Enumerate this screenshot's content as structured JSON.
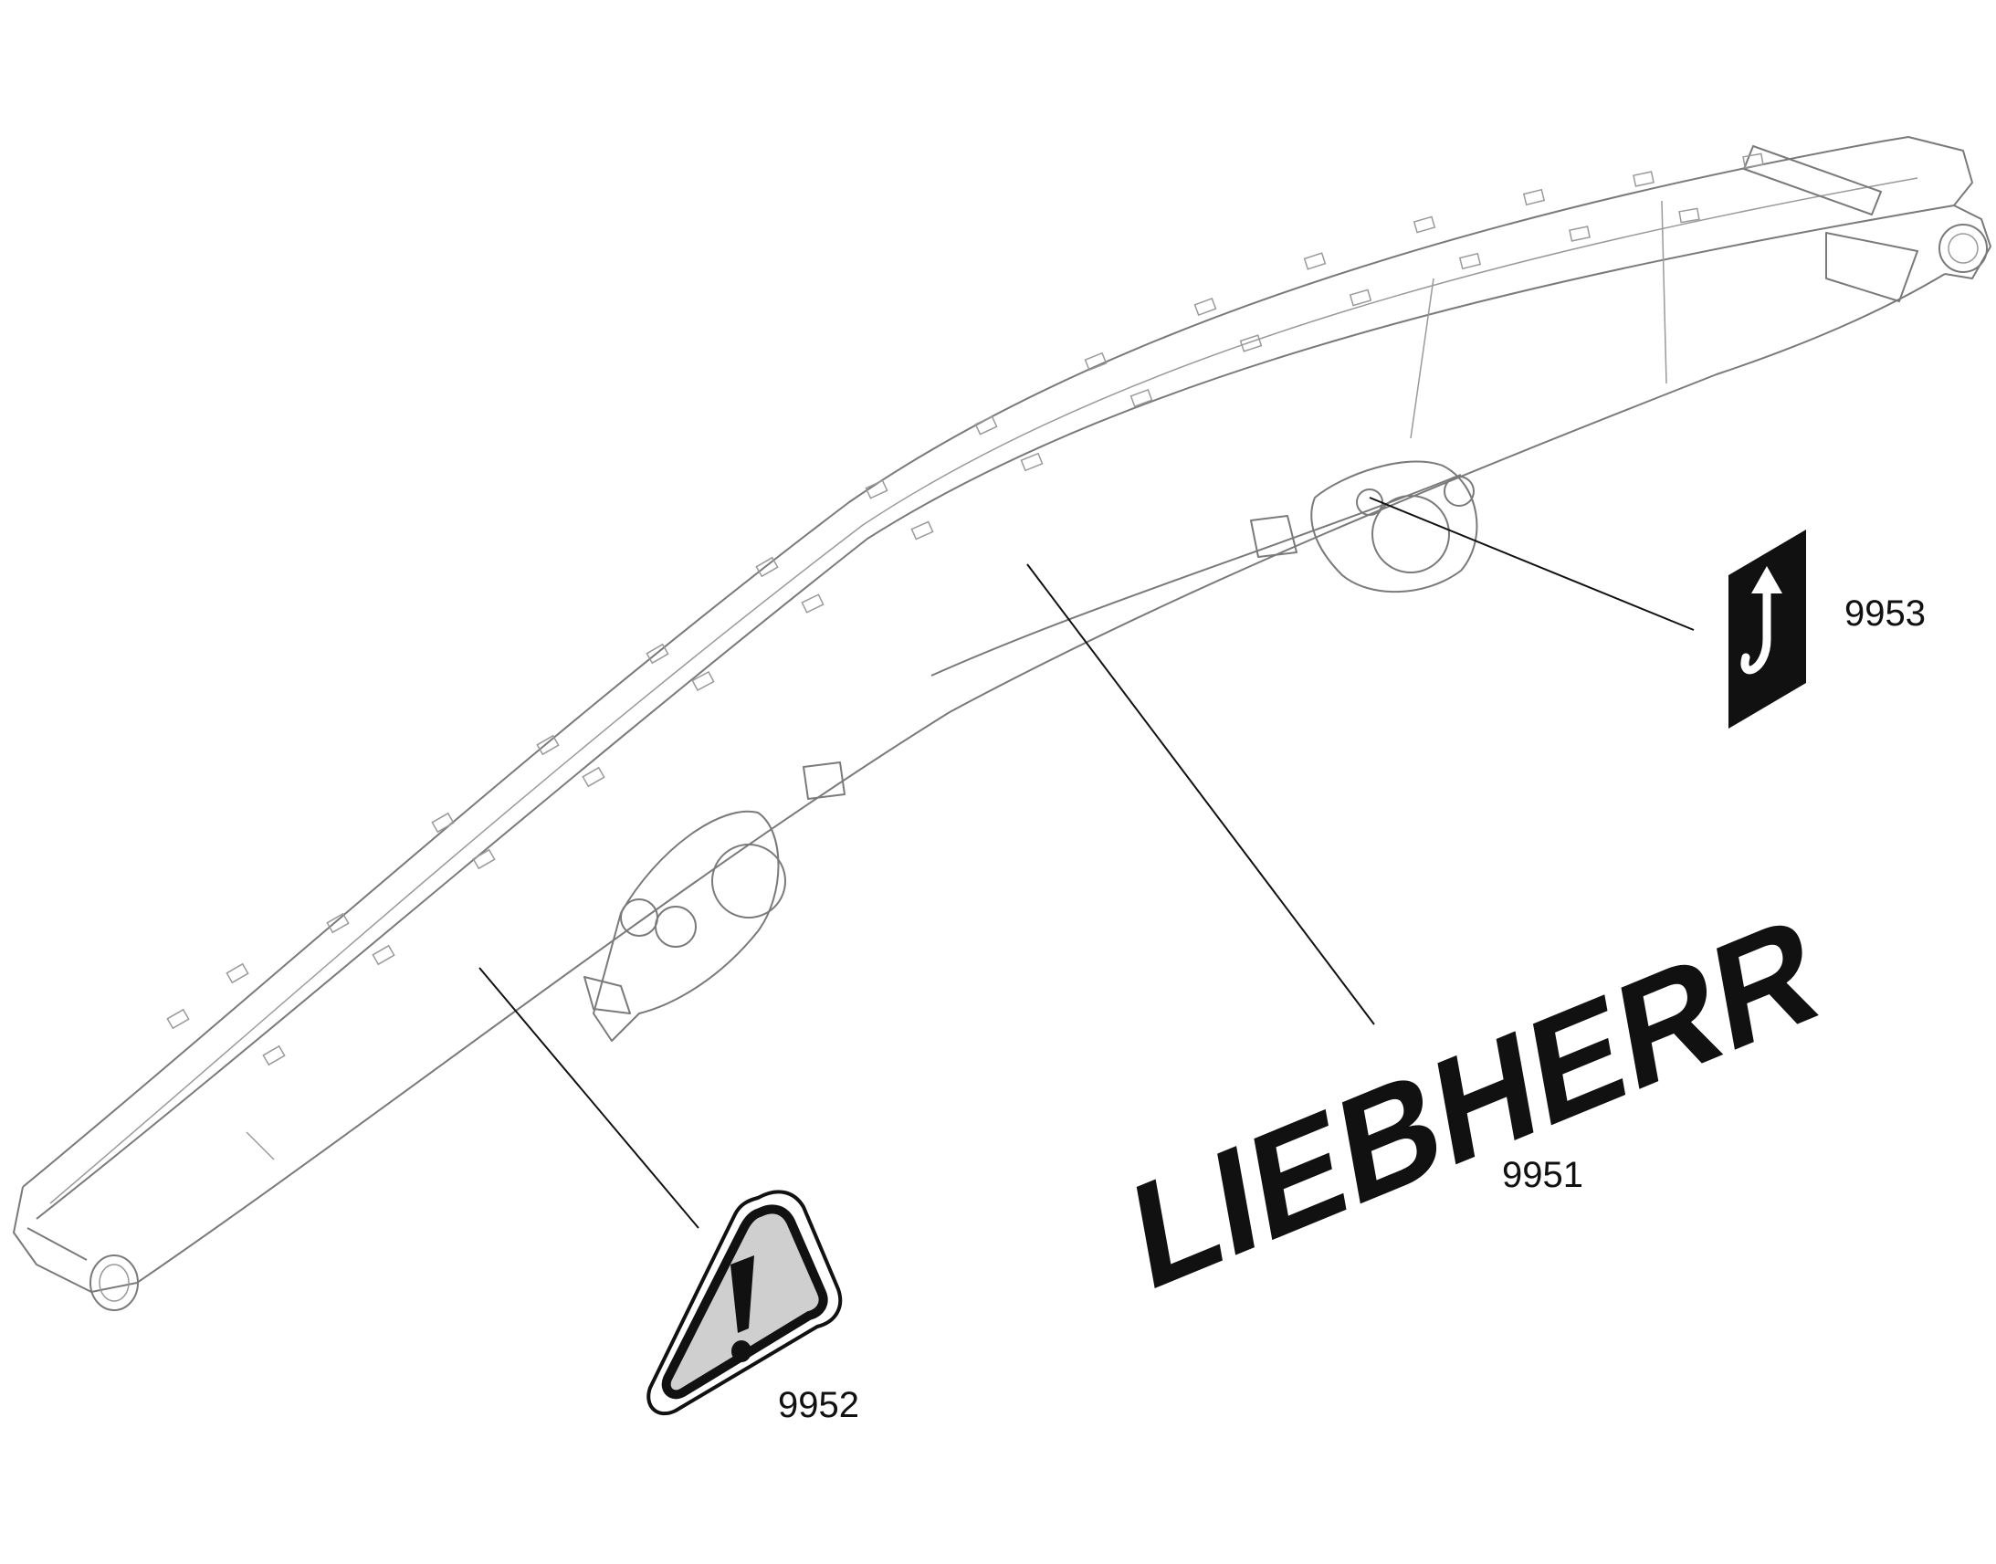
{
  "callouts": {
    "liebherr_logo": "9951",
    "warning_decal": "9952",
    "lifting_point_decal": "9953"
  },
  "decals": {
    "logo_text": "LIEBHERR"
  },
  "colors": {
    "ink": "#111111",
    "boom_outline": "#7a7a7a",
    "background": "#ffffff"
  },
  "icons": [
    "warning-triangle-icon",
    "lifting-hook-icon"
  ]
}
